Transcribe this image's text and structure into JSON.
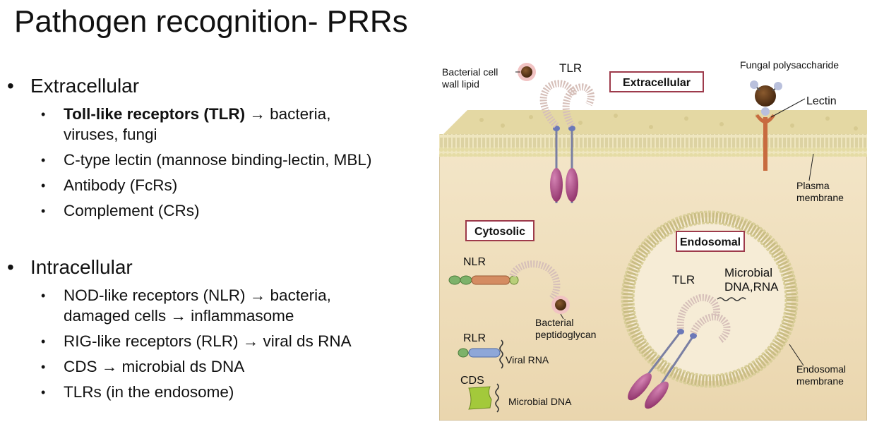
{
  "slide": {
    "title": "Pathogen recognition- PRRs",
    "bullet_glyph": "•",
    "arrow": "→",
    "extracellular": {
      "heading": "Extracellular",
      "items": {
        "tlr_bold": "Toll-like receptors (TLR)",
        "tlr_rest": " bacteria,",
        "tlr_cont": "viruses, fungi",
        "ctype": "C-type lectin (mannose binding-lectin, MBL)",
        "antibody": "Antibody (FcRs)",
        "complement": "Complement (CRs)"
      }
    },
    "intracellular": {
      "heading": "Intracellular",
      "items": {
        "nlr_a": "NOD-like receptors (NLR) ",
        "nlr_b": " bacteria,",
        "nlr_c": "damaged cells ",
        "nlr_d": " inflammasome",
        "rlr_a": "RIG-like receptors (RLR) ",
        "rlr_b": " viral ds RNA",
        "cds_a": "CDS ",
        "cds_b": " microbial ds DNA",
        "tlrs": "TLRs (in the endosome)"
      }
    }
  },
  "figure": {
    "labels": {
      "bacterial_cell_wall_lipid_1": "Bacterial cell",
      "bacterial_cell_wall_lipid_2": "wall lipid",
      "tlr_top": "TLR",
      "extracellular_box": "Extracellular",
      "fungal_polysaccharide": "Fungal polysaccharide",
      "lectin": "Lectin",
      "plasma_membrane_1": "Plasma",
      "plasma_membrane_2": "membrane",
      "cytosolic_box": "Cytosolic",
      "nlr": "NLR",
      "bacterial_peptidoglycan_1": "Bacterial",
      "bacterial_peptidoglycan_2": "peptidoglycan",
      "rlr": "RLR",
      "viral_rna": "Viral RNA",
      "cds": "CDS",
      "microbial_dna": "Microbial DNA",
      "endosomal_box": "Endosomal",
      "tlr_endo": "TLR",
      "microbial_dna_rna_1": "Microbial",
      "microbial_dna_rna_2": "DNA,RNA",
      "endosomal_membrane_1": "Endosomal",
      "endosomal_membrane_2": "membrane"
    },
    "colors": {
      "cytoplasm": "#f1e1c0",
      "membrane_lipid": "#c9c089",
      "membrane_head": "#e2d9a9",
      "receptor_purple": "#a3467d",
      "box_border": "#9d3a4b",
      "lectin": "#c86b3f",
      "bacterium": "#5b3416",
      "green_domain": "#7db26a",
      "orange_domain": "#d48c62",
      "blue_domain": "#8ea7d8",
      "cds_green": "#a3c93b"
    }
  }
}
